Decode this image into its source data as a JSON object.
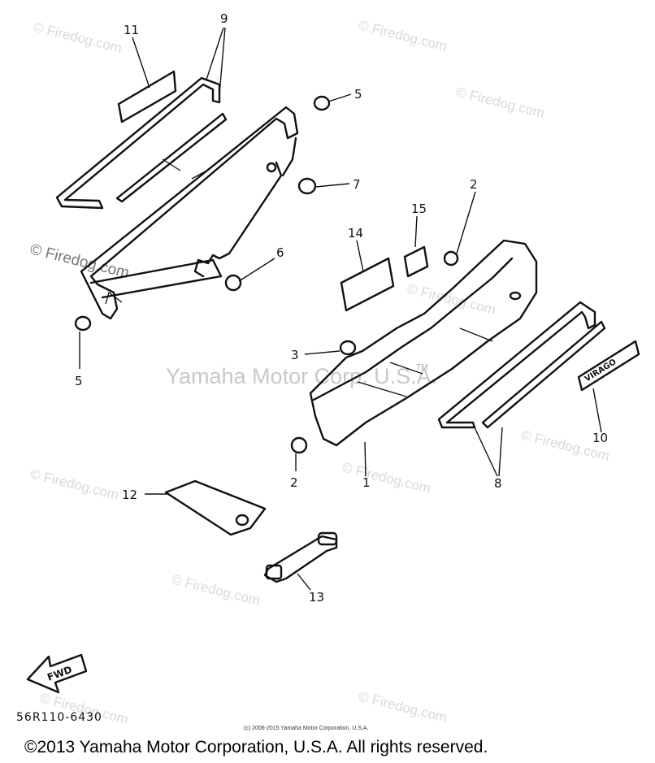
{
  "diagram": {
    "callouts": {
      "c1": "1",
      "c2a": "2",
      "c2b": "2",
      "c3": "3",
      "c5a": "5",
      "c5b": "5",
      "c6": "6",
      "c7": "7",
      "c8": "8",
      "c9": "9",
      "c10": "10",
      "c11": "11",
      "c12": "12",
      "c13": "13",
      "c14": "14",
      "c15": "15"
    },
    "watermarks": {
      "w1": "© Firedog.com",
      "w2": "© Firedog.com",
      "w3": "© Firedog.com",
      "w4": "© Firedog.com",
      "w5": "© Firedog.com",
      "w6": "© Firedog.com",
      "w7": "© Firedog.com",
      "w8": "© Firedog.com",
      "w9": "© Firedog.com",
      "w10": "© Firedog.com",
      "w11": "© Firedog.com"
    },
    "center_watermark": "Yamaha Motor Corp. U.S.A.",
    "tm": "TM",
    "fwd_label": "FWD",
    "emblem_text": "VIRAGO",
    "diagram_code": "56R110-6430",
    "small_copyright": "(c) 2006-2015 Yamaha Motor Corporation, U.S.A.",
    "copyright": "©2013 Yamaha Motor Corporation, U.S.A. All rights reserved."
  }
}
